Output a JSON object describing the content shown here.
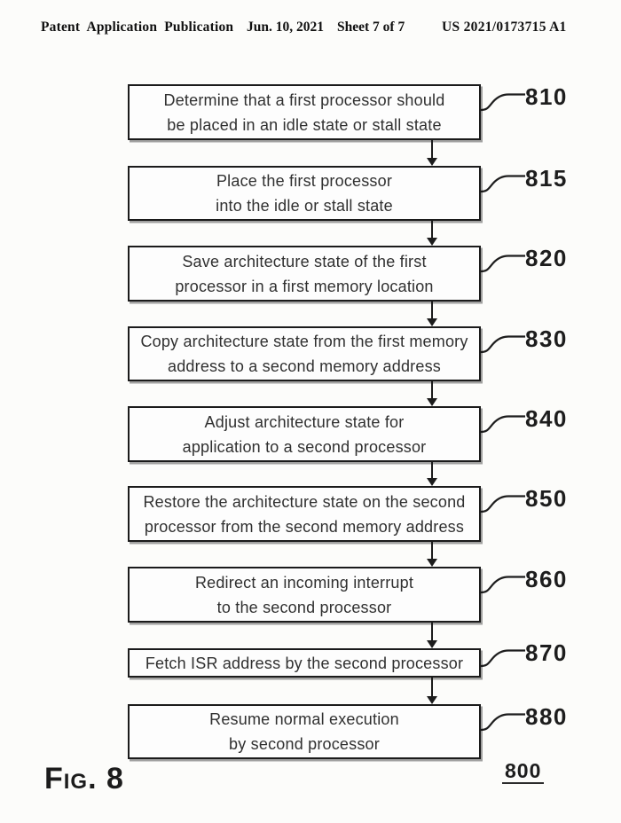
{
  "header": {
    "publication": "Patent Application Publication",
    "date": "Jun. 10, 2021",
    "sheet": "Sheet 7 of 7",
    "document_number": "US 2021/0173715 A1"
  },
  "figure": {
    "label": "Fig. 8",
    "diagram_number": "800"
  },
  "flowchart": {
    "steps": [
      {
        "ref": "810",
        "text": [
          "Determine that a first processor should",
          "be placed in an idle state or stall state"
        ]
      },
      {
        "ref": "815",
        "text": [
          "Place the first processor",
          "into the idle or stall state"
        ]
      },
      {
        "ref": "820",
        "text": [
          "Save architecture state of the first",
          "processor in a first memory location"
        ]
      },
      {
        "ref": "830",
        "text": [
          "Copy architecture state from the first memory",
          "address to a second memory address"
        ]
      },
      {
        "ref": "840",
        "text": [
          "Adjust architecture state for",
          "application to a second processor"
        ]
      },
      {
        "ref": "850",
        "text": [
          "Restore the architecture state on the second",
          "processor from the second memory address"
        ]
      },
      {
        "ref": "860",
        "text": [
          "Redirect an incoming interrupt",
          "to the second processor"
        ]
      },
      {
        "ref": "870",
        "text": [
          "Fetch ISR address by the second processor"
        ]
      },
      {
        "ref": "880",
        "text": [
          "Resume normal execution",
          "by second processor"
        ]
      }
    ]
  }
}
